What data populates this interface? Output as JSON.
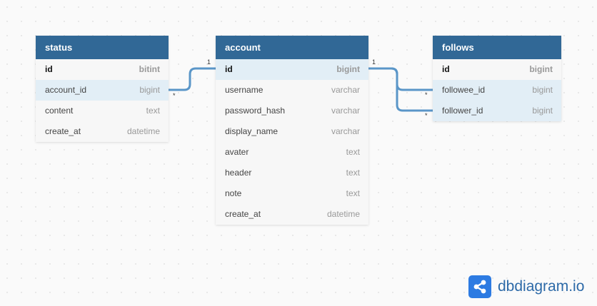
{
  "tables": {
    "status": {
      "name": "status",
      "fields": [
        {
          "name": "id",
          "type": "bitint"
        },
        {
          "name": "account_id",
          "type": "bigint"
        },
        {
          "name": "content",
          "type": "text"
        },
        {
          "name": "create_at",
          "type": "datetime"
        }
      ]
    },
    "account": {
      "name": "account",
      "fields": [
        {
          "name": "id",
          "type": "bigint"
        },
        {
          "name": "username",
          "type": "varchar"
        },
        {
          "name": "password_hash",
          "type": "varchar"
        },
        {
          "name": "display_name",
          "type": "varchar"
        },
        {
          "name": "avater",
          "type": "text"
        },
        {
          "name": "header",
          "type": "text"
        },
        {
          "name": "note",
          "type": "text"
        },
        {
          "name": "create_at",
          "type": "datetime"
        }
      ]
    },
    "follows": {
      "name": "follows",
      "fields": [
        {
          "name": "id",
          "type": "bigint"
        },
        {
          "name": "followee_id",
          "type": "bigint"
        },
        {
          "name": "follower_id",
          "type": "bigint"
        }
      ]
    }
  },
  "relations": [
    {
      "from": "status.account_id",
      "to": "account.id",
      "from_card": "*",
      "to_card": "1"
    },
    {
      "from": "follows.followee_id",
      "to": "account.id",
      "from_card": "*",
      "to_card": "1"
    },
    {
      "from": "follows.follower_id",
      "to": "account.id",
      "from_card": "*",
      "to_card": ""
    }
  ],
  "colors": {
    "header": "#316896",
    "link": "#5a96c8",
    "highlight": "#e2eef6",
    "logo": "#2d7be2"
  },
  "brand": {
    "logo_icon": "share-nodes-icon",
    "text": "dbdiagram.io"
  }
}
